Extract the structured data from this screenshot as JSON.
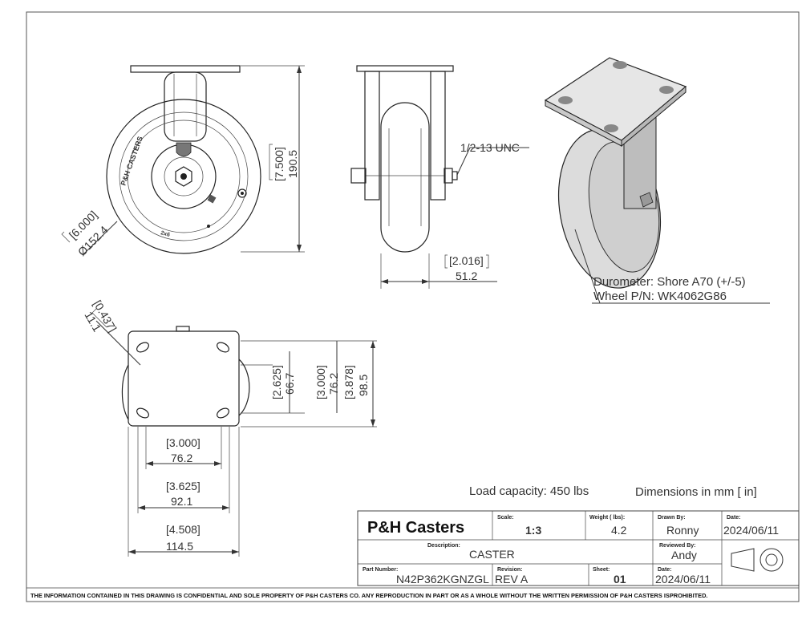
{
  "dimensions": {
    "side_height_in": "7.500",
    "side_height_mm": "190.5",
    "wheel_dia_in": "6.000",
    "wheel_dia_mm": "Ø152.4",
    "thread": "1/2-13 UNC",
    "width_in": "2.016",
    "width_mm": "51.2",
    "slot_in": "0.437",
    "slot_mm": "11.1",
    "plate_h1_in": "2.625",
    "plate_h1_mm": "66.7",
    "plate_h2_in": "3.000",
    "plate_h2_mm": "76.2",
    "plate_h3_in": "3.878",
    "plate_h3_mm": "98.5",
    "plate_w1_in": "3.000",
    "plate_w1_mm": "76.2",
    "plate_w2_in": "3.625",
    "plate_w2_mm": "92.1",
    "plate_w3_in": "4.508",
    "plate_w3_mm": "114.5"
  },
  "notes": {
    "durometer": "Durometer: Shore A70 (+/-5)",
    "wheel_pn": "Wheel P/N: WK4062G86",
    "load_capacity": "Load capacity: 450 lbs",
    "units": "Dimensions in mm [ in]",
    "wheel_brand": "P&H CASTERS",
    "hub_mark": "2x6"
  },
  "title_block": {
    "company": "P&H Casters",
    "scale_label": "Scale:",
    "scale": "1:3",
    "weight_label": "Weight ( lbs):",
    "weight": "4.2",
    "drawn_by_label": "Drawn By:",
    "drawn_by": "Ronny",
    "date_label": "Date:",
    "date": "2024/06/11",
    "description_label": "Description:",
    "description": "CASTER",
    "reviewed_by_label": "Reviewed By:",
    "reviewed_by": "Andy",
    "part_number_label": "Part Number:",
    "part_number": "N42P362KGNZGL",
    "revision_label": "Revision:",
    "revision": "REV A",
    "sheet_label": "Sheet:",
    "sheet": "01",
    "date2_label": "Date:",
    "date2": "2024/06/11"
  },
  "footer": "THE INFORMATION CONTAINED IN THIS DRAWING IS CONFIDENTIAL AND SOLE PROPERTY OF P&H CASTERS CO.  ANY REPRODUCTION IN PART OR AS A WHOLE WITHOUT THE WRITTEN PERMISSION OF P&H CASTERS ISPROHIBITED."
}
